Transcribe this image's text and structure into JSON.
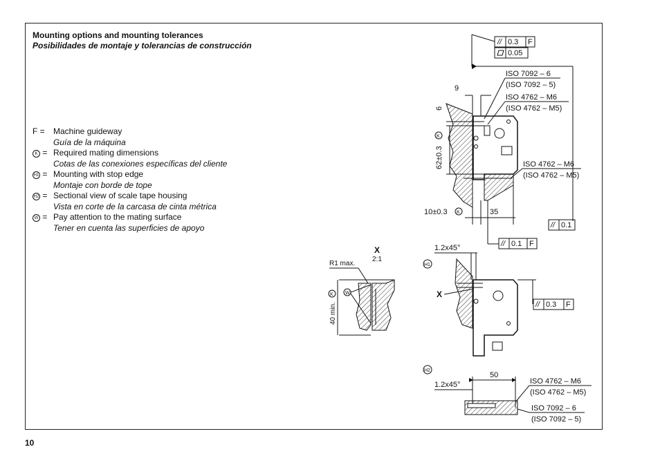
{
  "heading": {
    "title": "Mounting options and mounting tolerances",
    "subtitle": "Posibilidades de montaje y tolerancias de construcción"
  },
  "legend": [
    {
      "key": "F =",
      "text": "Machine guideway",
      "translation": "Guía de la máquina"
    },
    {
      "key": "K",
      "text": "Required mating dimensions",
      "translation": "Cotas de las conexiones específicas del cliente"
    },
    {
      "key": "H1",
      "text": "Mounting with stop edge",
      "translation": "Montaje con borde de tope"
    },
    {
      "key": "H2",
      "text": "Sectional view of scale tape housing",
      "translation": "Vista en corte de la carcasa de cinta métrica"
    },
    {
      "key": "W",
      "text": "Pay attention to the mating surface",
      "translation": "Tener en cuenta las superficies de apoyo"
    }
  ],
  "legend_equals": "=",
  "drawing": {
    "tol_parallel_top": "0.3",
    "tol_datum_f": "F",
    "tol_flatness": "0.05",
    "iso_7092_6": "ISO 7092 – 6",
    "iso_7092_5": "(ISO 7092 – 5)",
    "iso_4762_m6": "ISO 4762 – M6",
    "iso_4762_m5": "(ISO 4762 – M5)",
    "dim_9": "9",
    "dim_6": "6",
    "dim_62": "62±0.3",
    "dim_10": "10±0.3",
    "dim_35": "35",
    "tol_01": "0.1",
    "dim_chamfer": "1.2x45°",
    "detail_x": "X",
    "detail_scale": "2:1",
    "r1": "R1 max.",
    "dim_40": "40 min.",
    "dim_50": "50",
    "tol_03": "0.3"
  },
  "page_number": "10"
}
